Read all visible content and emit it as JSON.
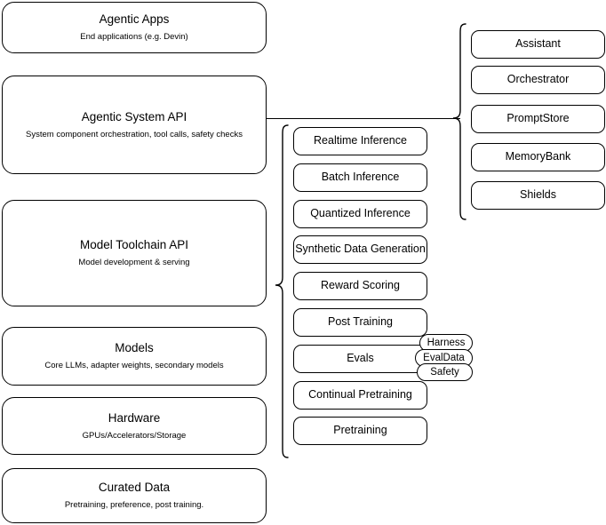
{
  "diagram": {
    "title": "AI stack layers and capabilities",
    "stroke_color": "#000000",
    "background_color": "#ffffff"
  },
  "layers": [
    {
      "id": "agentic-apps",
      "title": "Agentic Apps",
      "subtitle": "End applications (e.g. Devin)"
    },
    {
      "id": "agentic-system-api",
      "title": "Agentic System API",
      "subtitle": "System component orchestration, tool calls, safety checks"
    },
    {
      "id": "model-toolchain-api",
      "title": "Model Toolchain API",
      "subtitle": "Model development & serving"
    },
    {
      "id": "models",
      "title": "Models",
      "subtitle": "Core LLMs, adapter weights, secondary models"
    },
    {
      "id": "hardware",
      "title": "Hardware",
      "subtitle": "GPUs/Accelerators/Storage"
    },
    {
      "id": "curated-data",
      "title": "Curated Data",
      "subtitle": "Pretraining, preference, post training."
    }
  ],
  "capabilities": [
    {
      "id": "realtime-inference",
      "label": "Realtime Inference"
    },
    {
      "id": "batch-inference",
      "label": "Batch Inference"
    },
    {
      "id": "quantized-inference",
      "label": "Quantized Inference"
    },
    {
      "id": "synthetic-data-generation",
      "label": "Synthetic Data Generation"
    },
    {
      "id": "reward-scoring",
      "label": "Reward Scoring"
    },
    {
      "id": "post-training",
      "label": "Post Training"
    },
    {
      "id": "evals",
      "label": "Evals"
    },
    {
      "id": "continual-pretraining",
      "label": "Continual Pretraining"
    },
    {
      "id": "pretraining",
      "label": "Pretraining"
    }
  ],
  "eval_pills": [
    {
      "id": "harness",
      "label": "Harness"
    },
    {
      "id": "evaldata",
      "label": "EvalData"
    },
    {
      "id": "safety",
      "label": "Safety"
    }
  ],
  "components": [
    {
      "id": "assistant",
      "label": "Assistant"
    },
    {
      "id": "orchestrator",
      "label": "Orchestrator"
    },
    {
      "id": "promptstore",
      "label": "PromptStore"
    },
    {
      "id": "memorybank",
      "label": "MemoryBank"
    },
    {
      "id": "shields",
      "label": "Shields"
    }
  ]
}
